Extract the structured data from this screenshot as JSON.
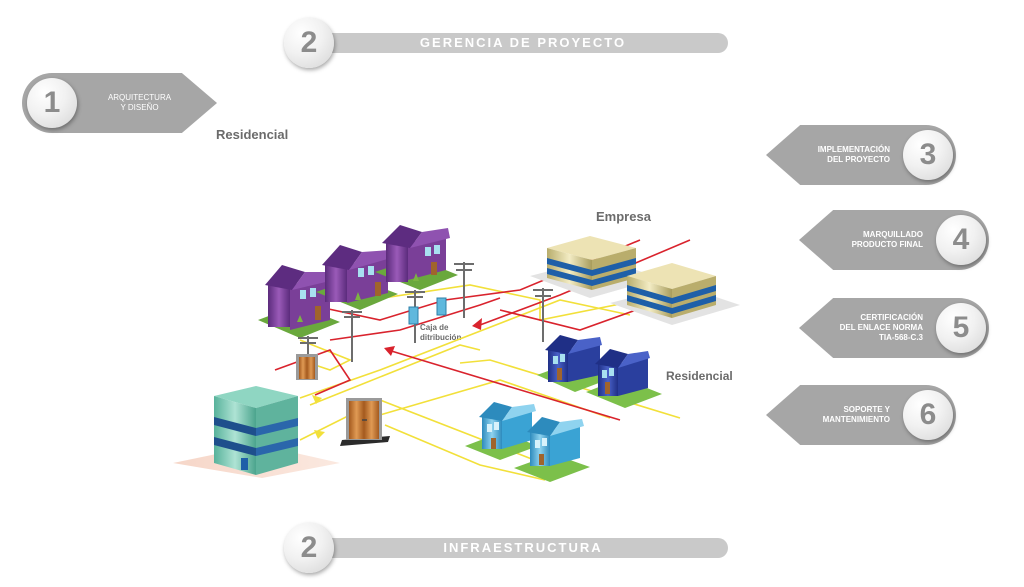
{
  "top_step": {
    "number": "2",
    "label": "GERENCIA DE PROYECTO"
  },
  "bottom_step": {
    "number": "2",
    "label": "INFRAESTRUCTURA"
  },
  "left_steps": [
    {
      "number": "1",
      "label": "ARQUITECTURA\nY DISEÑO"
    }
  ],
  "right_steps": [
    {
      "number": "3",
      "label": "IMPLEMENTACIÓN\nDEL PROYECTO"
    },
    {
      "number": "4",
      "label": "MARQUILLADO\nPRODUCTO FINAL"
    },
    {
      "number": "5",
      "label": "CERTIFICACIÓN\nDEL ENLACE NORMA\nTIA-568-C.3"
    },
    {
      "number": "6",
      "label": "SOPORTE Y\nMANTENIMIENTO"
    }
  ],
  "diagram_labels": {
    "residencial_top": "Residencial",
    "empresa": "Empresa",
    "residencial_right": "Residencial",
    "caja": "Caja de\nditribución"
  },
  "colors": {
    "step_gray": "#a6a6a6",
    "bar_gray": "#c9c9c9",
    "number_gray": "#8c8c8c",
    "cable_red": "#d9232d",
    "cable_yellow": "#f2e03a",
    "house_purple": "#7a3f98",
    "house_blue": "#2a3f9e",
    "house_light_blue": "#3aa3d4",
    "office_gold": "#d9cf98",
    "office_stripe": "#1e5fa8",
    "building_teal": "#6cc4ac"
  }
}
